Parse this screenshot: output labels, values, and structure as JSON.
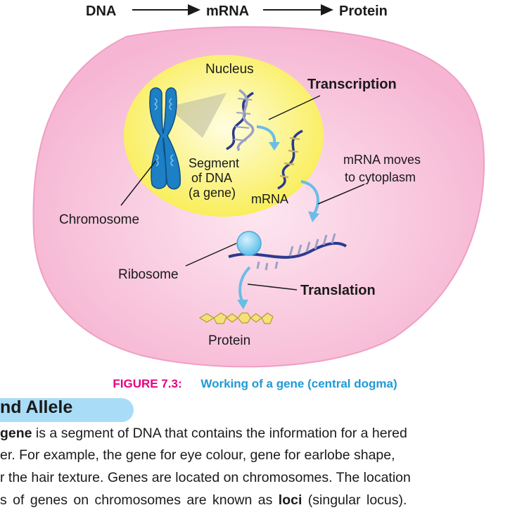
{
  "flow": {
    "dna": "DNA",
    "mrna": "mRNA",
    "protein": "Protein"
  },
  "labels": {
    "nucleus": "Nucleus",
    "transcription": "Transcription",
    "segment_line1": "Segment",
    "segment_line2": "of DNA",
    "segment_line3": "(a gene)",
    "mrna": "mRNA",
    "mrna_moves_line1": "mRNA moves",
    "mrna_moves_line2": "to cytoplasm",
    "chromosome": "Chromosome",
    "ribosome": "Ribosome",
    "translation": "Translation",
    "protein": "Protein"
  },
  "caption": {
    "figure_number": "FIGURE 7.3:",
    "text": "Working of a gene (central dogma)"
  },
  "section": {
    "heading": "nd Allele"
  },
  "paragraph": {
    "l1_bold": "gene",
    "l1_rest": " is a segment of DNA that contains the information for a hered",
    "l2": "er. For example, the gene for eye colour, gene for earlobe shape,",
    "l3": "r the hair texture. Genes are located on chromosomes. The location",
    "l4_a": "s of genes on chromosomes are known as ",
    "l4_bold": "loci",
    "l4_b": " (singular locus)."
  },
  "colors": {
    "cell": "#f8c6dd",
    "cell_border": "#ef9fc4",
    "nucleus": "#fbf27a",
    "chromosome": "#1d7fc4",
    "dna_strand": "#2b3a8f",
    "ribosome": "#8fd3f4",
    "protein": "#f3e27a",
    "caption_magenta": "#e6007e",
    "caption_blue": "#1e9ad6",
    "heading_band": "#a9dcf6"
  }
}
